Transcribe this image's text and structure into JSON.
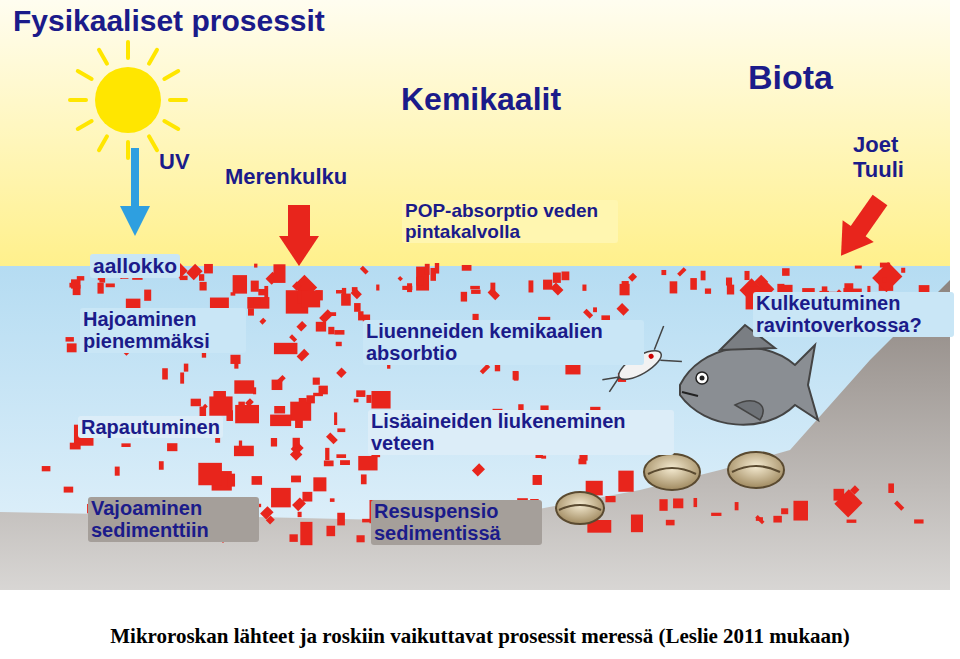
{
  "diagram": {
    "caption": "Mikroroskan lähteet ja roskiin vaikuttavat prosessit meressä (Leslie 2011 mukaan)",
    "labels": [
      "Fysikaaliset prosessit",
      "Kemikaalit",
      "Biota",
      "UV",
      "Merenkulku",
      "POP-absorptio veden pintakalvolla",
      "Joet Tuuli",
      "aallokko",
      "Hajoaminen pienemmäksi",
      "Liuenneiden kemikaalien absorbtio",
      "Kulkeutuminen ravintoverkossa?",
      "Rapautuminen",
      "Lisäaineiden liukeneminen veteen",
      "Vajoaminen sedimenttiin",
      "Resuspensio sedimentissä"
    ]
  }
}
